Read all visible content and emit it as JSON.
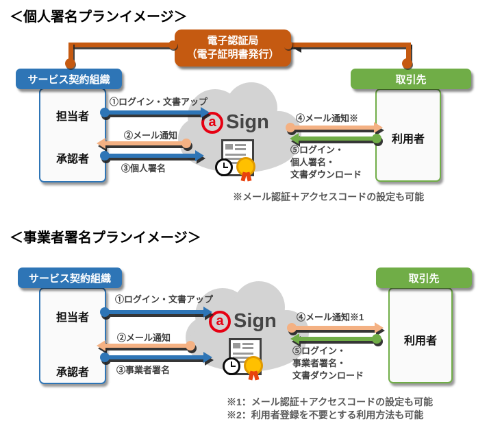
{
  "colors": {
    "orange": "#C55A11",
    "blue": "#2E75B6",
    "green": "#70AD47",
    "peach": "#F4B183",
    "logo_red": "#E60012",
    "cloud_gray": "#D3D3D3",
    "note_gray": "#595959"
  },
  "logo": {
    "at": "a",
    "sign": "Sign"
  },
  "diagram1": {
    "title": "＜個人署名プランイメージ＞",
    "ca_line1": "電子認証局",
    "ca_line2": "（電子証明書発行）",
    "org_left": "サービス契約組織",
    "role1": "担当者",
    "role2": "承認者",
    "org_right": "取引先",
    "role_right": "利用者",
    "arrow1": "①ログイン・文書アップ",
    "arrow2": "②メール通知",
    "arrow3": "③個人署名",
    "arrow4": "④メール通知※",
    "arrow5": "⑤ログイン・\n個人署名・\n文書ダウンロード",
    "note": "※メール認証＋アクセスコードの設定も可能"
  },
  "diagram2": {
    "title": "＜事業者署名プランイメージ＞",
    "org_left": "サービス契約組織",
    "role1": "担当者",
    "role2": "承認者",
    "org_right": "取引先",
    "role_right": "利用者",
    "arrow1": "①ログイン・文書アップ",
    "arrow2": "②メール通知",
    "arrow3": "③事業者署名",
    "arrow4": "④メール通知※1",
    "arrow5": "⑤ログイン・\n事業者署名・\n文書ダウンロード",
    "note1": "※1：メール認証＋アクセスコードの設定も可能",
    "note2": "※2：利用者登録を不要とする利用方法も可能"
  }
}
